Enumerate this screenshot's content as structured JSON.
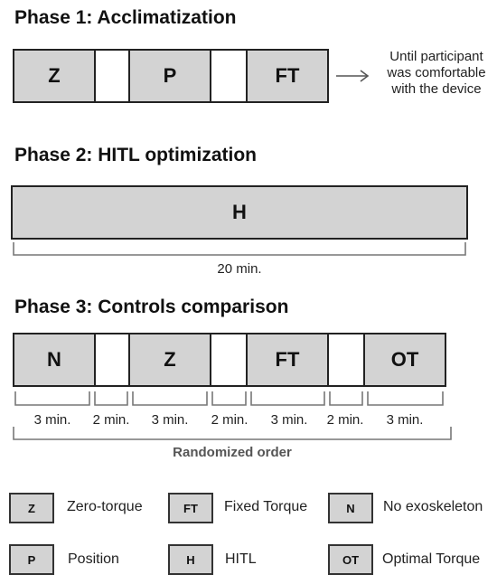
{
  "phase1": {
    "title": "Phase 1: Acclimatization",
    "blocks": [
      "Z",
      "",
      "P",
      "",
      "FT"
    ],
    "note_lines": [
      "Until participant",
      "was comfortable",
      "with the device"
    ]
  },
  "phase2": {
    "title": "Phase 2: HITL optimization",
    "block": "H",
    "duration": "20 min."
  },
  "phase3": {
    "title": "Phase 3: Controls comparison",
    "blocks": [
      "N",
      "",
      "Z",
      "",
      "FT",
      "",
      "OT"
    ],
    "durations": [
      "3 min.",
      "2 min.",
      "3 min.",
      "2 min.",
      "3 min.",
      "2 min.",
      "3 min."
    ],
    "order_caption": "Randomized order"
  },
  "legend": [
    {
      "code": "Z",
      "label": "Zero-torque"
    },
    {
      "code": "FT",
      "label": "Fixed Torque"
    },
    {
      "code": "N",
      "label": "No exoskeleton"
    },
    {
      "code": "P",
      "label": "Position"
    },
    {
      "code": "H",
      "label": "HITL"
    },
    {
      "code": "OT",
      "label": "Optimal Torque"
    }
  ],
  "colors": {
    "block_fill": "#d3d3d3",
    "rest_fill": "#ffffff",
    "border": "#222222"
  }
}
